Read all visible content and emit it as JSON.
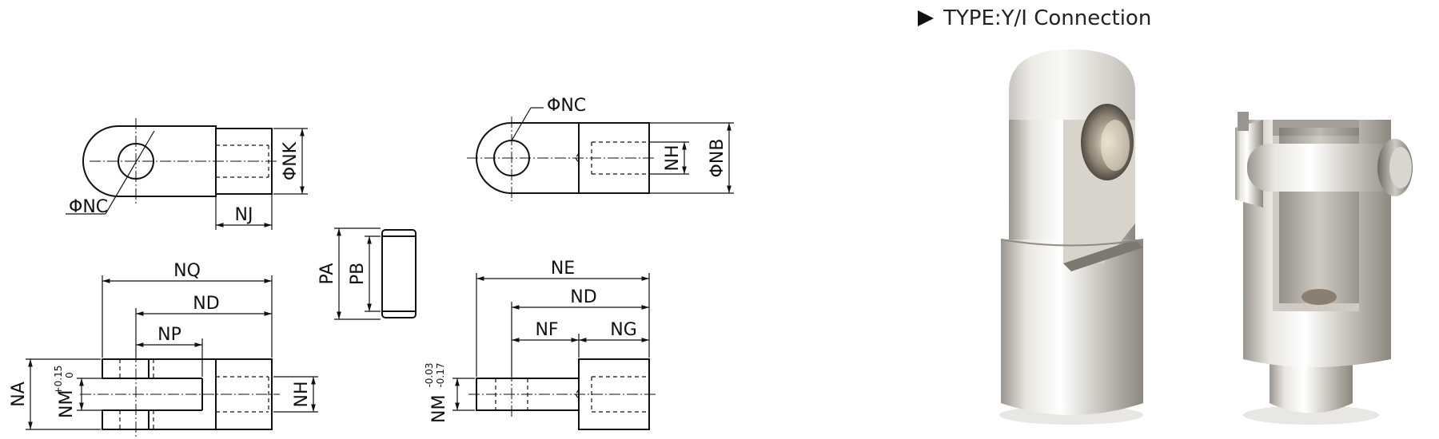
{
  "title": {
    "marker_icon": "triangle-right-icon",
    "text": "TYPE:Y/I Connection"
  },
  "labels": {
    "phi_nc_left": "ΦNC",
    "phi_nk": "ΦNK",
    "nj": "NJ",
    "phi_nc_right": "ΦNC",
    "nh_top": "NH",
    "phi_nb": "ΦNB",
    "pa": "PA",
    "pb": "PB",
    "nq": "NQ",
    "nd_left": "ND",
    "np": "NP",
    "na": "NA",
    "nm_left": "NM",
    "nm_left_upper_tol": "+0.15",
    "nm_left_lower_tol": "0",
    "nh_bottom": "NH",
    "ne": "NE",
    "nd_right": "ND",
    "nf": "NF",
    "ng": "NG",
    "nm_right": "NM",
    "nm_right_upper_tol": "-0.03",
    "nm_right_lower_tol": "-0.17"
  },
  "photos": [
    {
      "name": "i-type-rod-eye"
    },
    {
      "name": "y-type-clevis"
    }
  ]
}
